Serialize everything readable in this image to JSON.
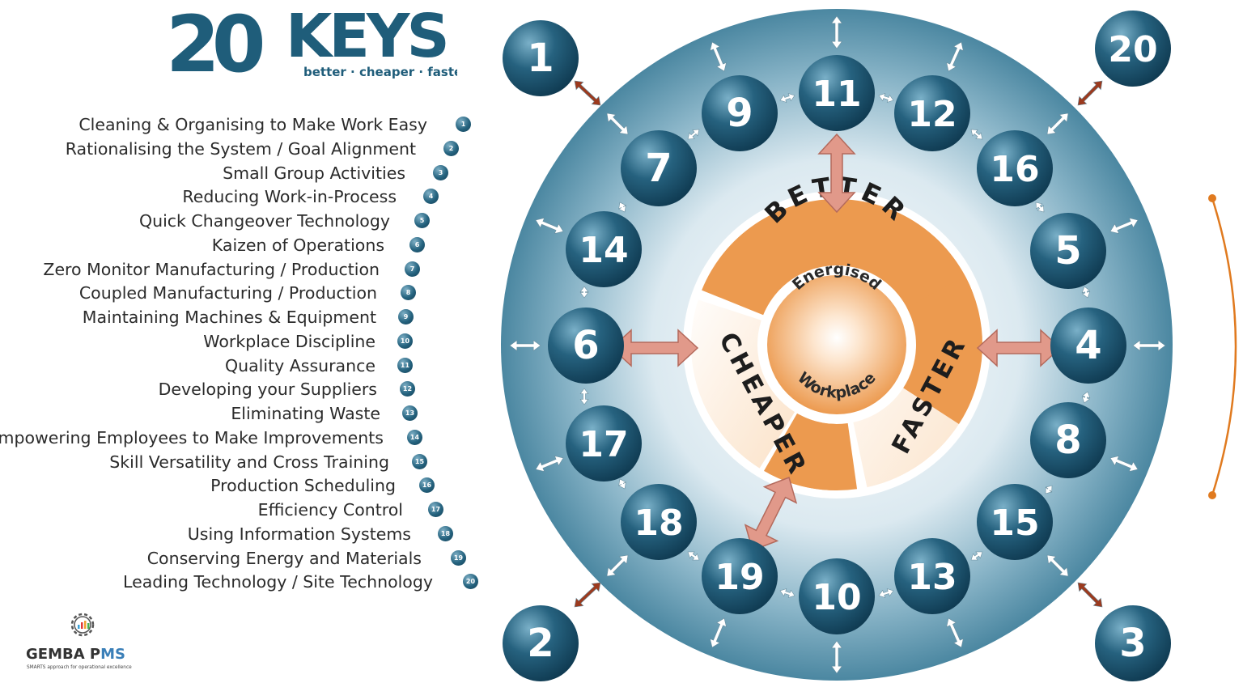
{
  "logo": {
    "number": "20",
    "word": "KEYS",
    "tagline": "better · cheaper · faster",
    "colors": {
      "primary": "#1f5d7a",
      "secondary": "#2f7896"
    }
  },
  "keys": [
    {
      "n": "1",
      "label": "Cleaning & Organising to Make Work Easy"
    },
    {
      "n": "2",
      "label": "Rationalising the System / Goal Alignment"
    },
    {
      "n": "3",
      "label": "Small Group Activities"
    },
    {
      "n": "4",
      "label": "Reducing Work-in-Process"
    },
    {
      "n": "5",
      "label": "Quick Changeover Technology"
    },
    {
      "n": "6",
      "label": "Kaizen of Operations"
    },
    {
      "n": "7",
      "label": "Zero Monitor Manufacturing / Production"
    },
    {
      "n": "8",
      "label": "Coupled Manufacturing / Production"
    },
    {
      "n": "9",
      "label": "Maintaining Machines & Equipment"
    },
    {
      "n": "10",
      "label": "Workplace Discipline"
    },
    {
      "n": "11",
      "label": "Quality Assurance"
    },
    {
      "n": "12",
      "label": "Developing your Suppliers"
    },
    {
      "n": "13",
      "label": "Eliminating Waste"
    },
    {
      "n": "14",
      "label": "Empowering Employees to Make Improvements"
    },
    {
      "n": "15",
      "label": "Skill Versatility and Cross Training"
    },
    {
      "n": "16",
      "label": "Production Scheduling"
    },
    {
      "n": "17",
      "label": "Efficiency Control"
    },
    {
      "n": "18",
      "label": "Using Information Systems"
    },
    {
      "n": "19",
      "label": "Conserving Energy and Materials"
    },
    {
      "n": "20",
      "label": "Leading Technology / Site Technology"
    }
  ],
  "wheel": {
    "center": {
      "line1": "Energised",
      "line2": "Workplace"
    },
    "segments": {
      "top": "BETTER",
      "left": "CHEAPER",
      "right": "FASTER"
    },
    "ring_keys": [
      "11",
      "12",
      "16",
      "5",
      "4",
      "8",
      "15",
      "13",
      "10",
      "19",
      "18",
      "17",
      "6",
      "14",
      "7",
      "9"
    ],
    "corner_keys": {
      "top_left": "1",
      "top_right": "20",
      "bottom_left": "2",
      "bottom_right": "3"
    },
    "colors": {
      "ring": "#5b95ad",
      "ring_light": "#d9e8ef",
      "orange": "#ec9a4f",
      "cream": "#fff7ef",
      "arrow": "#d98b7c",
      "corner_arrow": "#9c3a1e",
      "bracket": "#e07a1f"
    }
  },
  "brand": {
    "name_part1": "GEMBA P",
    "name_part2": "MS",
    "tagline": "SMARTS approach for operational excellence"
  }
}
